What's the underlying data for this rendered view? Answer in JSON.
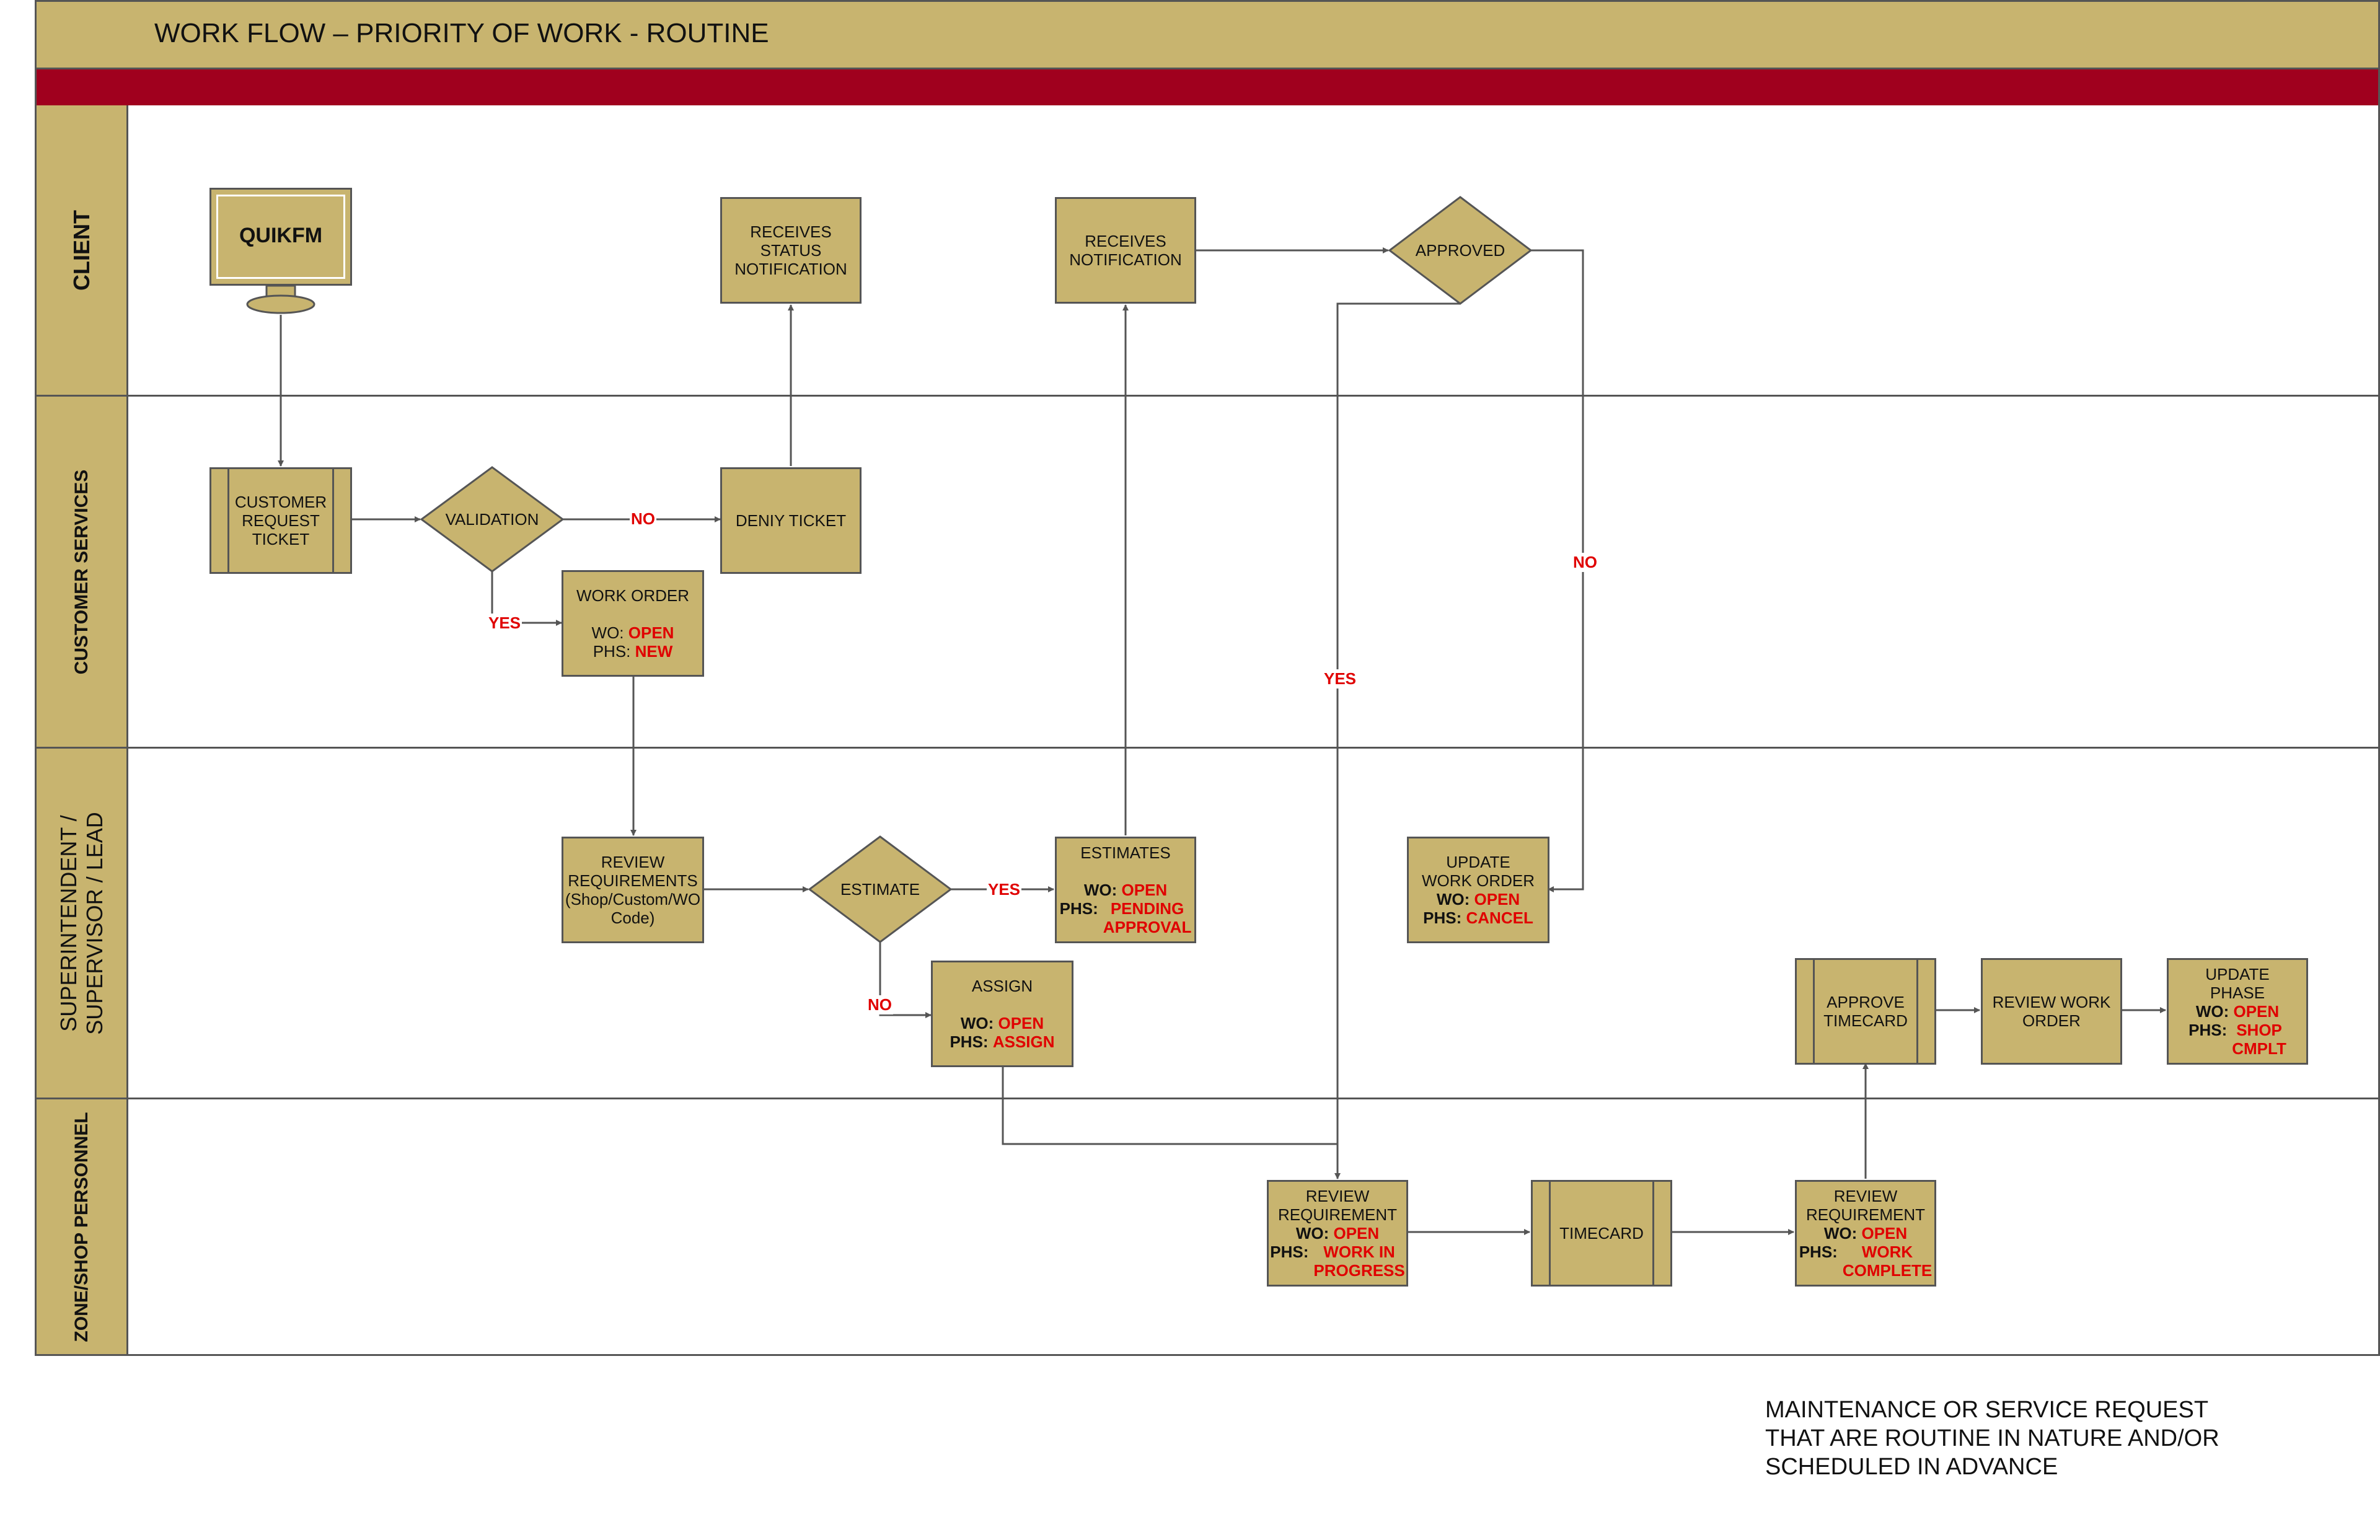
{
  "title": "WORK FLOW – PRIORITY OF WORK - ROUTINE",
  "colors": {
    "header": "#c8b46f",
    "accent_band": "#a0001e",
    "node_fill": "#c8b46f",
    "status_red": "#e00000"
  },
  "lanes": [
    "CLIENT",
    "CUSTOMER SERVICES",
    "SUPERINTENDENT /\nSUPERVISOR / LEAD",
    "ZONE/SHOP PERSONNEL"
  ],
  "nodes": {
    "quikfm": "QUIKFM",
    "customer_request_ticket": "CUSTOMER\nREQUEST\nTICKET",
    "validation": "VALIDATION",
    "deny_ticket": "DENIY TICKET",
    "receives_status_notification": "RECEIVES\nSTATUS\nNOTIFICATION",
    "receives_notification": "RECEIVES\nNOTIFICATION",
    "approved": "APPROVED",
    "work_order": {
      "title": "WORK ORDER",
      "wo": "OPEN",
      "phs": "NEW"
    },
    "review_requirements": "REVIEW\nREQUIREMENTS\n(Shop/Custom/WO\nCode)",
    "estimate": "ESTIMATE",
    "estimates": {
      "title": "ESTIMATES",
      "wo": "OPEN",
      "phs": "PENDING\nAPPROVAL"
    },
    "assign": {
      "title": "ASSIGN",
      "wo": "OPEN",
      "phs": "ASSIGN"
    },
    "update_work_order": {
      "title": "UPDATE\nWORK ORDER",
      "wo": "OPEN",
      "phs": "CANCEL"
    },
    "approve_timecard": "APPROVE\nTIMECARD",
    "review_work_order": "REVIEW WORK\nORDER",
    "update_phase": {
      "title": "UPDATE\nPHASE",
      "wo": "OPEN",
      "phs": "SHOP\nCMPLT"
    },
    "review_requirement_1": {
      "title": "REVIEW\nREQUIREMENT",
      "wo": "OPEN",
      "phs": "WORK IN\nPROGRESS"
    },
    "timecard": "TIMECARD",
    "review_requirement_2": {
      "title": "REVIEW\nREQUIREMENT",
      "wo": "OPEN",
      "phs": "WORK\nCOMPLETE"
    }
  },
  "field_labels": {
    "wo": "WO:",
    "phs": "PHS:"
  },
  "edge_labels": {
    "validation_no": "NO",
    "validation_yes": "YES",
    "estimate_yes": "YES",
    "estimate_no": "NO",
    "approved_yes": "YES",
    "approved_no": "NO"
  },
  "note": [
    "MAINTENANCE OR SERVICE REQUEST",
    "THAT ARE ROUTINE IN NATURE AND/OR",
    "SCHEDULED IN ADVANCE"
  ]
}
